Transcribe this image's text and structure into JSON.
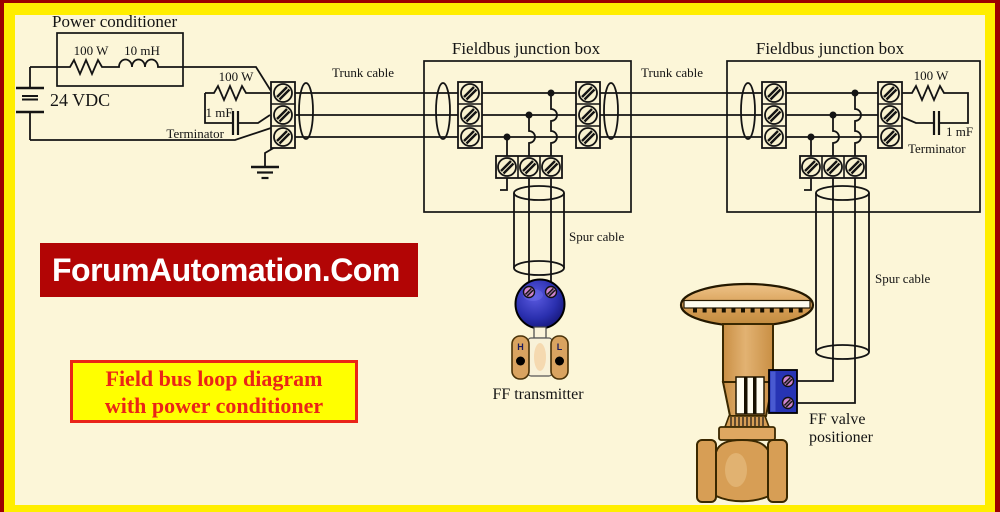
{
  "banner": {
    "text": "ForumAutomation.Com",
    "background": "#b20505",
    "text_color": "#ffffff"
  },
  "caption": {
    "line1": "Field bus loop diagram",
    "line2": "with power conditioner",
    "background": "#ffff00",
    "border_color": "#ea2517",
    "text_color": "#ea2517"
  },
  "diagram": {
    "power_conditioner": {
      "label": "Power conditioner",
      "resistor": "100 W",
      "inductor": "10 mH"
    },
    "power_supply": {
      "label": "24 VDC"
    },
    "terminator_left": {
      "resistor": "100 W",
      "capacitor": "1 mF",
      "label": "Terminator"
    },
    "terminator_right": {
      "resistor": "100 W",
      "capacitor": "1 mF",
      "label": "Terminator"
    },
    "junction_box_1": {
      "label": "Fieldbus junction box"
    },
    "junction_box_2": {
      "label": "Fieldbus junction box"
    },
    "trunk_cable_1": {
      "label": "Trunk cable"
    },
    "trunk_cable_2": {
      "label": "Trunk cable"
    },
    "spur_cable_1": {
      "label": "Spur cable"
    },
    "spur_cable_2": {
      "label": "Spur cable"
    },
    "transmitter": {
      "label": "FF transmitter",
      "port_high": "H",
      "port_low": "L"
    },
    "valve_positioner": {
      "label_line1": "FF valve",
      "label_line2": "positioner"
    }
  },
  "colors": {
    "background": "#fcf6d8",
    "frame_outer": "#9c0101",
    "frame_band": "#ffee00",
    "wire": "#141414",
    "transmitter_blue": "#2a2fae",
    "positioner_blue": "#2734b4",
    "valve_tan": "#d79e55",
    "screw_pink": "#cf84cf"
  }
}
